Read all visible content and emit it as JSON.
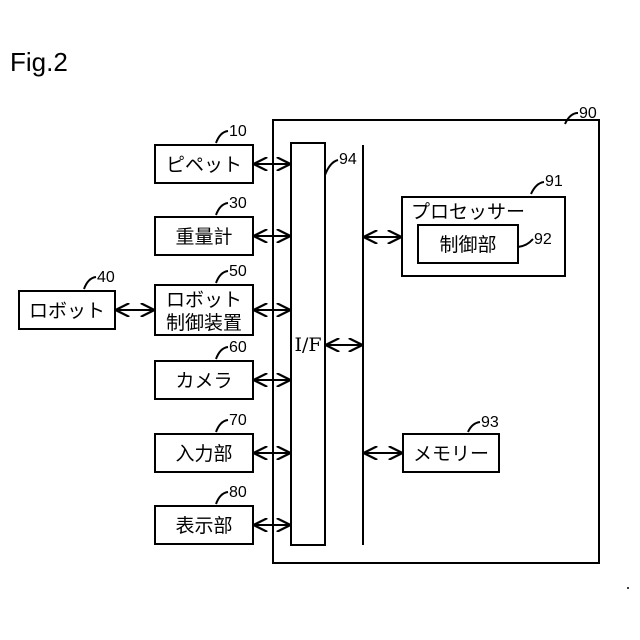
{
  "figure_label": "Fig.2",
  "blocks": {
    "pipette": {
      "label": "ピペット",
      "ref": "10"
    },
    "scale": {
      "label": "重量計",
      "ref": "30"
    },
    "robot_controller": {
      "label1": "ロボット",
      "label2": "制御装置",
      "ref": "50"
    },
    "camera": {
      "label": "カメラ",
      "ref": "60"
    },
    "input": {
      "label": "入力部",
      "ref": "70"
    },
    "display": {
      "label": "表示部",
      "ref": "80"
    },
    "robot": {
      "label": "ロボット",
      "ref": "40"
    },
    "computer": {
      "ref": "90"
    },
    "interface": {
      "label": "I/F",
      "ref": "94"
    },
    "processor": {
      "label": "プロセッサー",
      "ref": "91"
    },
    "control_unit": {
      "label": "制御部",
      "ref": "92"
    },
    "memory": {
      "label": "メモリー",
      "ref": "93"
    }
  },
  "colors": {
    "line": "#000000",
    "background": "#ffffff"
  }
}
